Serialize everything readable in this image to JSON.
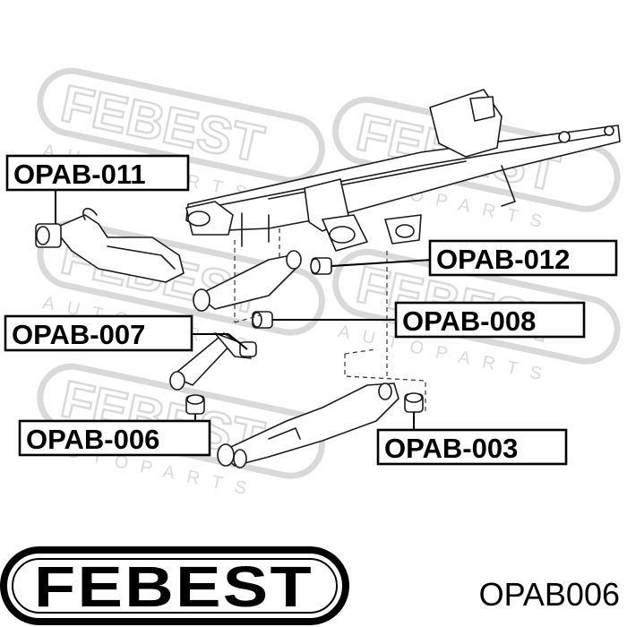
{
  "watermark": {
    "brand": "FEBEST",
    "sub": "AUTOPARTS"
  },
  "callouts": [
    {
      "id": "011",
      "label": "OPAB-011"
    },
    {
      "id": "012",
      "label": "OPAB-012"
    },
    {
      "id": "008",
      "label": "OPAB-008"
    },
    {
      "id": "007",
      "label": "OPAB-007"
    },
    {
      "id": "006",
      "label": "OPAB-006"
    },
    {
      "id": "003",
      "label": "OPAB-003"
    }
  ],
  "footer": {
    "logo": "FEBEST",
    "part_code": "OPAB006"
  }
}
